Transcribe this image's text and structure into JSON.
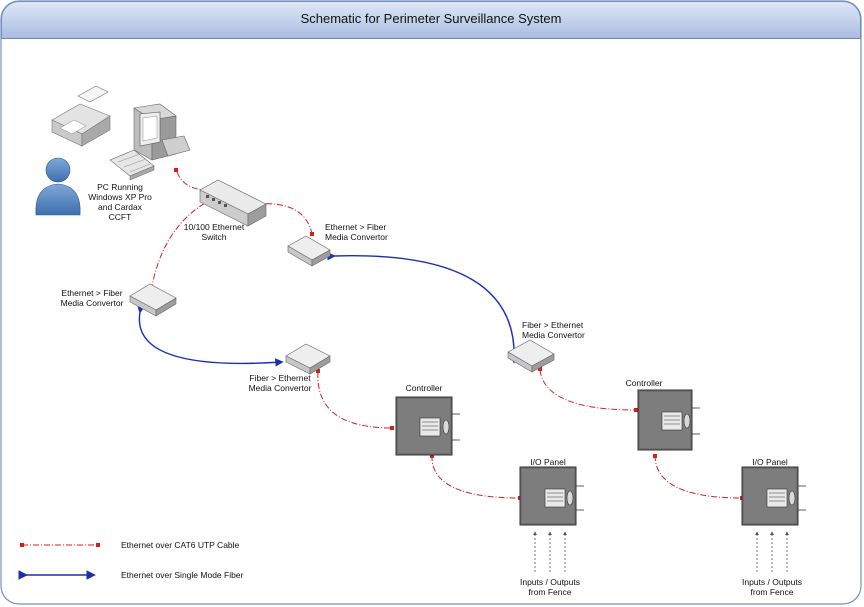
{
  "title": "Schematic for Perimeter Surveillance System",
  "labels": {
    "pc": "PC Running\nWindows XP Pro\nand Cardax\nCCFT",
    "switch": "10/100 Ethernet\nSwitch",
    "conv_top_right": "Ethernet > Fiber\nMedia Convertor",
    "conv_left": "Ethernet > Fiber\nMedia Convertor",
    "conv_right": "Fiber > Ethernet\nMedia Convertor",
    "conv_bottom": "Fiber > Ethernet\nMedia Convertor",
    "controller_1": "Controller",
    "controller_2": "Controller",
    "io_panel_1": "I/O Panel",
    "io_panel_2": "I/O Panel",
    "io_1": "Inputs / Outputs\nfrom Fence",
    "io_2": "Inputs / Outputs\nfrom Fence"
  },
  "legend": {
    "ethernet": "Ethernet  over CAT6 UTP Cable",
    "fiber": "Ethernet over Single Mode Fiber"
  },
  "colors": {
    "ethernet_line": "#cc2222",
    "fiber_line": "#1a2fb0",
    "device_dark": "#6b6b6b",
    "title_bar": "#b9cbe8"
  }
}
